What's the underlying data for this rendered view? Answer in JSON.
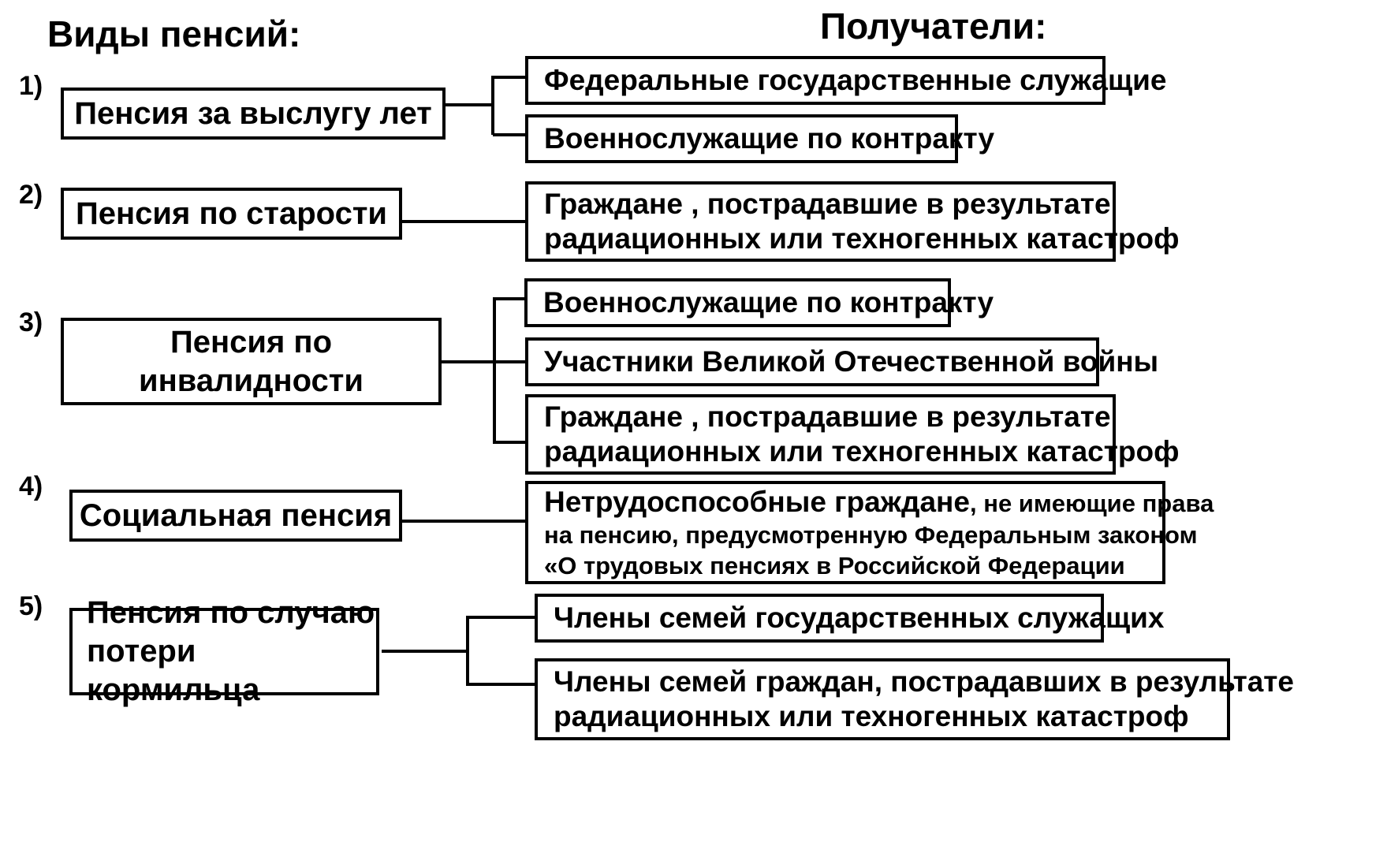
{
  "headers": {
    "types": "Виды пенсий:",
    "recipients": "Получатели:"
  },
  "numbers": [
    "1)",
    "2)",
    "3)",
    "4)",
    "5)"
  ],
  "pension_types": {
    "service_years": "Пенсия за выслугу лет",
    "old_age": "Пенсия по старости",
    "disability_line1": "Пенсия по",
    "disability_line2": "инвалидности",
    "social": "Социальная пенсия",
    "survivor_line1": "Пенсия по случаю",
    "survivor_line2": "потери кормильца"
  },
  "recipients": {
    "r1_federal_servants": "Федеральные государственные служащие",
    "r1_military_contract": "Военнослужащие по контракту",
    "r2_citizens_line1": "Граждане , пострадавшие в результате",
    "r2_citizens_line2": "радиационных или техногенных катастроф",
    "r3_military_contract": "Военнослужащие по контракту",
    "r3_ww2_veterans": "Участники Великой Отечественной войны",
    "r3_citizens_line1": "Граждане , пострадавшие в результате",
    "r3_citizens_line2": "радиационных или техногенных катастроф",
    "r4_line1_big": "Нетрудоспособные граждане",
    "r4_line1_rest": ", не имеющие права",
    "r4_line2": "на пенсию, предусмотренную Федеральным законом",
    "r4_line3": "«О трудовых пенсиях в Российской Федерации",
    "r5_families_servants": "Члены семей государственных служащих",
    "r5_families_line1": "Члены семей граждан, пострадавших в результате",
    "r5_families_line2": "радиационных или техногенных катастроф"
  }
}
